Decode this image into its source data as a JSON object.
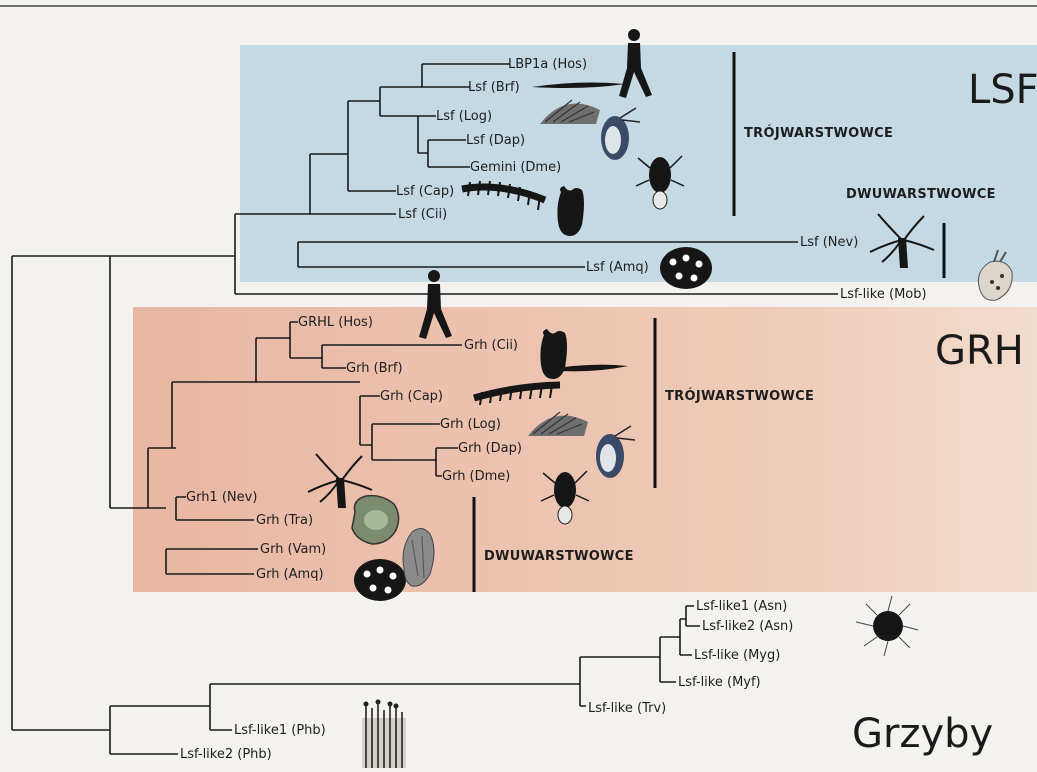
{
  "clades": {
    "lsf": "LSF",
    "grh": "GRH",
    "fungi": "Grzyby"
  },
  "groups": {
    "lsf_triplo": "TRÓJWARSTWOWCE",
    "lsf_diplo": "DWUWARSTWOWCE",
    "grh_triplo": "TRÓJWARSTWOWCE",
    "grh_diplo": "DWUWARSTWOWCE"
  },
  "leaves": {
    "lbp1a_hos": "LBP1a (Hos)",
    "lsf_brf": "Lsf (Brf)",
    "lsf_log": "Lsf (Log)",
    "lsf_dap": "Lsf (Dap)",
    "gemini_dme": "Gemini (Dme)",
    "lsf_cap": "Lsf (Cap)",
    "lsf_cii": "Lsf (Cii)",
    "lsf_nev": "Lsf (Nev)",
    "lsf_amq": "Lsf (Amq)",
    "lsflike_mob": "Lsf-like (Mob)",
    "grhl_hos": "GRHL  (Hos)",
    "grh_cii": "Grh (Cii)",
    "grh_brf": "Grh (Brf)",
    "grh_cap": "Grh (Cap)",
    "grh_log": "Grh (Log)",
    "grh_dap": "Grh (Dap)",
    "grh_dme": "Grh (Dme)",
    "grh1_nev": "Grh1 (Nev)",
    "grh_tra": "Grh (Tra)",
    "grh_vam": "Grh (Vam)",
    "grh_amq": "Grh (Amq)",
    "lsflike1_asn": "Lsf-like1 (Asn)",
    "lsflike2_asn": "Lsf-like2 (Asn)",
    "lsflike_myg": "Lsf-like (Myg)",
    "lsflike_myf": "Lsf-like (Myf)",
    "lsflike_trv": "Lsf-like (Trv)",
    "lsflike1_phb": "Lsf-like1 (Phb)",
    "lsflike2_phb": "Lsf-like2 (Phb)"
  },
  "colors": {
    "lsf_box": "#c4d9e3",
    "grh_box": "#ebc2b0",
    "background": "#f4f2ee",
    "line": "#1a1a1a"
  }
}
